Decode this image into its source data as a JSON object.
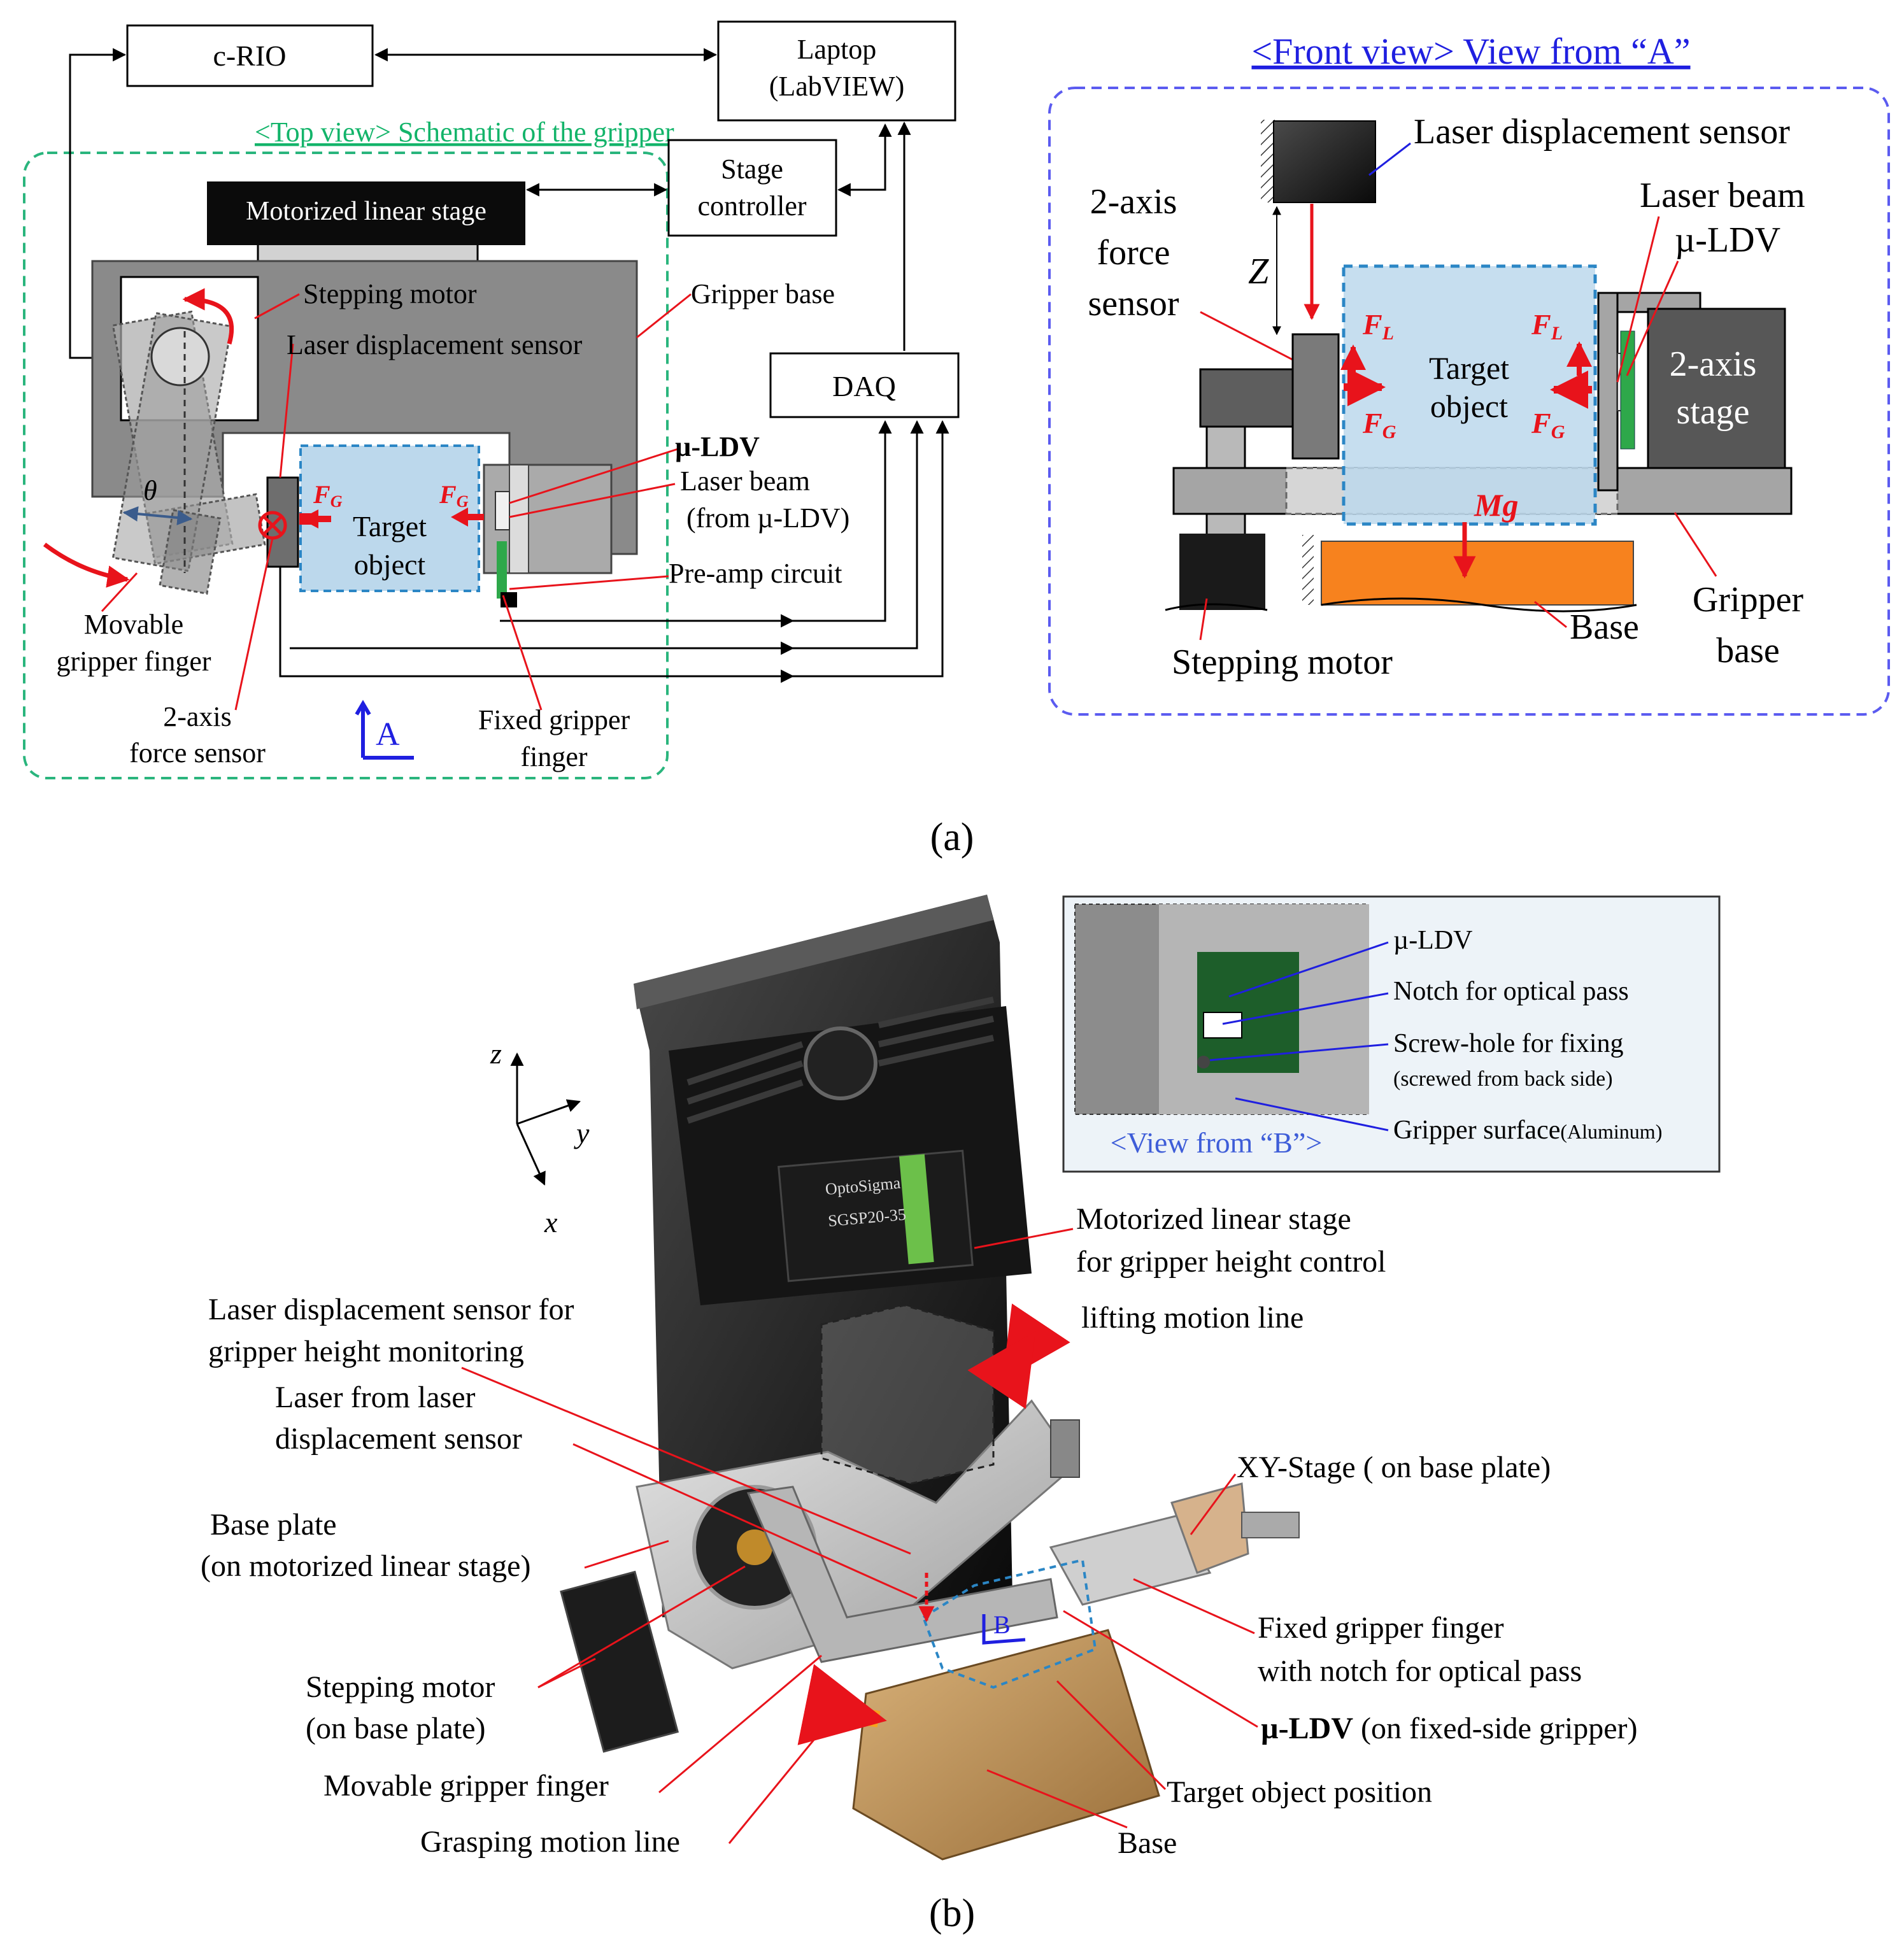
{
  "panel_a": {
    "caption": "(a)",
    "top_view": {
      "title": "<Top view> Schematic of the gripper",
      "crio": "c-RIO",
      "laptop_1": "Laptop",
      "laptop_2": "(LabVIEW)",
      "stage_controller_1": "Stage",
      "stage_controller_2": "controller",
      "motorized_linear_stage": "Motorized linear stage",
      "daq": "DAQ",
      "stepping_motor": "Stepping motor",
      "laser_displacement_sensor": "Laser displacement sensor",
      "gripper_base": "Gripper base",
      "mu_ldv": "µ-LDV",
      "laser_beam_1": "Laser beam",
      "laser_beam_2": "(from µ-LDV)",
      "pre_amp": "Pre-amp circuit",
      "target_1": "Target",
      "target_2": "object",
      "fg": "F",
      "fg_sub": "G",
      "theta": "θ",
      "movable_1": "Movable",
      "movable_2": "gripper finger",
      "force_sensor_1": "2-axis",
      "force_sensor_2": "force sensor",
      "view_arrow": "A",
      "fixed_1": "Fixed gripper",
      "fixed_2": "finger"
    },
    "front_view": {
      "title": "<Front view> View from “A”",
      "laser_sensor": "Laser displacement sensor",
      "force_1": "2-axis",
      "force_2": "force",
      "force_3": "sensor",
      "z": "Z",
      "laser_beam": "Laser beam",
      "mu_ldv": "µ-LDV",
      "fl": "F",
      "fl_sub": "L",
      "fg": "F",
      "fg_sub": "G",
      "target_1": "Target",
      "target_2": "object",
      "stage_1": "2-axis",
      "stage_2": "stage",
      "mg": "Mg",
      "base": "Base",
      "gripper_base_1": "Gripper",
      "gripper_base_2": "base",
      "stepping_motor": "Stepping motor"
    }
  },
  "panel_b": {
    "caption": "(b)",
    "axis_z": "z",
    "axis_y": "y",
    "axis_x": "x",
    "inset": {
      "mu_ldv": "µ-LDV",
      "notch": "Notch for optical pass",
      "screw_1": "Screw-hole for fixing",
      "screw_2": "(screwed from back side)",
      "surface": "Gripper surface",
      "surface_small": "(Aluminum)",
      "view_b": "<View from “B”>"
    },
    "labels": {
      "motorized_1": "Motorized  linear stage",
      "motorized_2": "for gripper height control",
      "lifting": "lifting motion line",
      "laser_sensor_1": "Laser displacement sensor for",
      "laser_sensor_2": "gripper height monitoring",
      "laser_from_1": "Laser from laser",
      "laser_from_2": "displacement sensor",
      "xy_stage": "XY-Stage ( on base plate)",
      "base_plate_1": "Base plate",
      "base_plate_2": "(on motorized linear stage)",
      "fixed_finger_1": "Fixed gripper finger",
      "fixed_finger_2": "with notch for optical pass",
      "stepping_1": "Stepping motor",
      "stepping_2": "(on base plate)",
      "mu_ldv_bold": "µ-LDV",
      "mu_ldv_rest": " (on fixed-side gripper)",
      "movable": "Movable gripper finger",
      "target_pos": "Target object position",
      "grasping": "Grasping motion line",
      "base": "Base",
      "b_marker": "B",
      "motor_brand": "OptoSigma",
      "motor_model": "SGSP20-35"
    }
  },
  "colors": {
    "green_dash": "#2ab57d",
    "blue_dash": "#5b5bf0",
    "title_green": "#13b46a",
    "title_blue": "#1f1fe0",
    "force_red": "#e8131b",
    "target_fill": "#bcd8ec",
    "target_stroke": "#2b86c5",
    "gray_dark": "#6d6d6d",
    "gray_mid": "#9a9a9a",
    "orange": "#f7821e",
    "inset_bg": "#edf3f8"
  }
}
